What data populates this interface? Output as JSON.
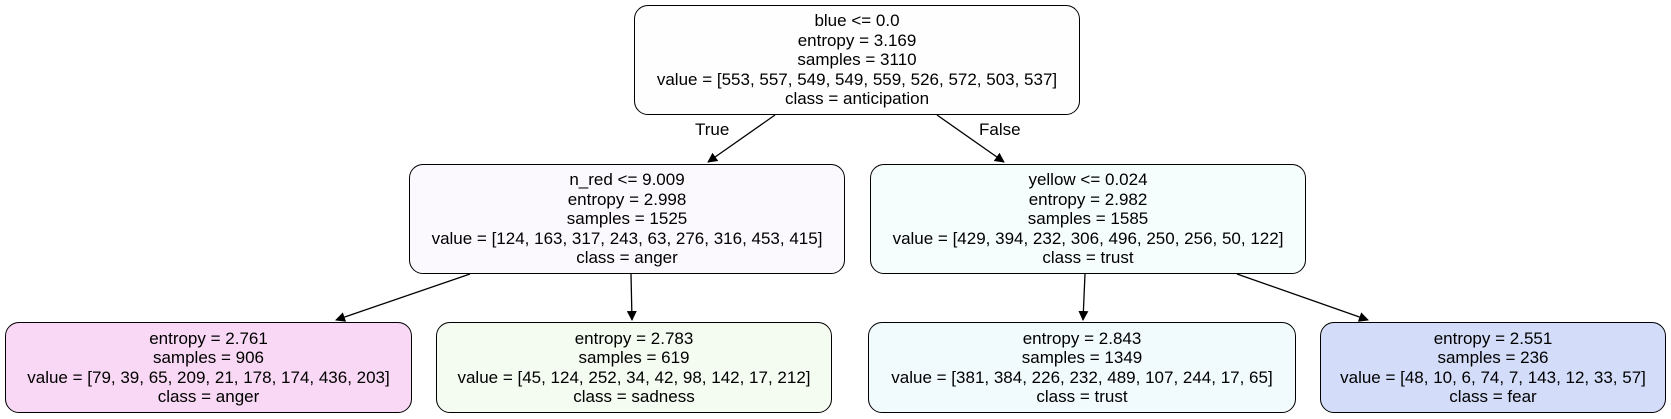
{
  "tree": {
    "edge_labels": {
      "true": "True",
      "false": "False"
    },
    "nodes": {
      "root": {
        "split": "blue <= 0.0",
        "entropy": "entropy = 3.169",
        "samples": "samples = 3110",
        "value": "value = [553, 557, 549, 549, 559, 526, 572, 503, 537]",
        "class": "class = anticipation",
        "fill": "#fefefe"
      },
      "left": {
        "split": "n_red <= 9.009",
        "entropy": "entropy = 2.998",
        "samples": "samples = 1525",
        "value": "value = [124, 163, 317, 243, 63, 276, 316, 453, 415]",
        "class": "class = anger",
        "fill": "#fcf9fe"
      },
      "right": {
        "split": "yellow <= 0.024",
        "entropy": "entropy = 2.982",
        "samples": "samples = 1585",
        "value": "value = [429, 394, 232, 306, 496, 250, 256, 50, 122]",
        "class": "class = trust",
        "fill": "#f6fdfd"
      },
      "left_left": {
        "entropy": "entropy = 2.761",
        "samples": "samples = 906",
        "value": "value = [79, 39, 65, 209, 21, 178, 174, 436, 203]",
        "class": "class = anger",
        "fill": "#f8d8f4"
      },
      "left_right": {
        "entropy": "entropy = 2.783",
        "samples": "samples = 619",
        "value": "value = [45, 124, 252, 34, 42, 98, 142, 17, 212]",
        "class": "class = sadness",
        "fill": "#f4fbf1"
      },
      "right_left": {
        "entropy": "entropy = 2.843",
        "samples": "samples = 1349",
        "value": "value = [381, 384, 226, 232, 489, 107, 244, 17, 65]",
        "class": "class = trust",
        "fill": "#f1fafc"
      },
      "right_right": {
        "entropy": "entropy = 2.551",
        "samples": "samples = 236",
        "value": "value = [48, 10, 6, 74, 7, 143, 12, 33, 57]",
        "class": "class = fear",
        "fill": "#d3dcf8"
      }
    }
  }
}
